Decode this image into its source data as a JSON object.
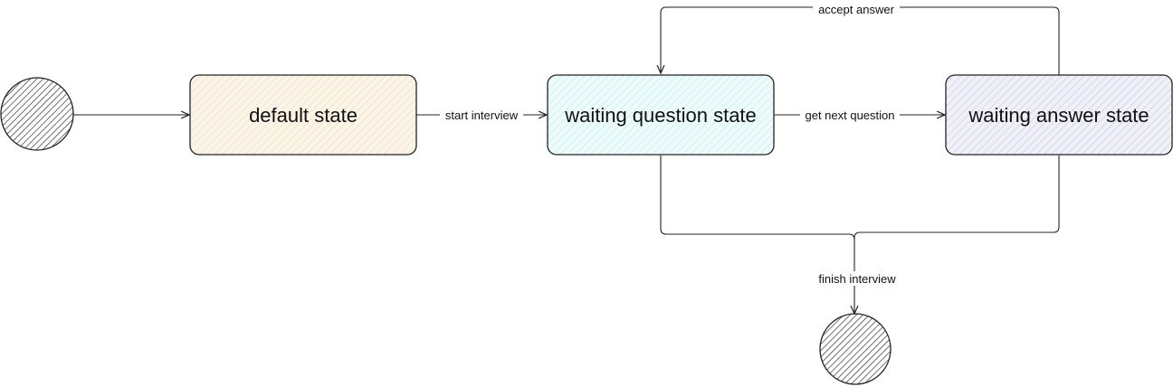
{
  "states": {
    "default": {
      "label": "default state",
      "fill": "#f6ead6"
    },
    "waiting_question": {
      "label": "waiting question state",
      "fill": "#d4f4f4"
    },
    "waiting_answer": {
      "label": "waiting answer state",
      "fill": "#dcdcee"
    }
  },
  "transitions": {
    "start_interview": "start interview",
    "get_next_question": "get next question",
    "accept_answer": "accept answer",
    "finish_interview": "finish interview"
  },
  "colors": {
    "stroke": "#222222",
    "hatch": "#333333"
  }
}
